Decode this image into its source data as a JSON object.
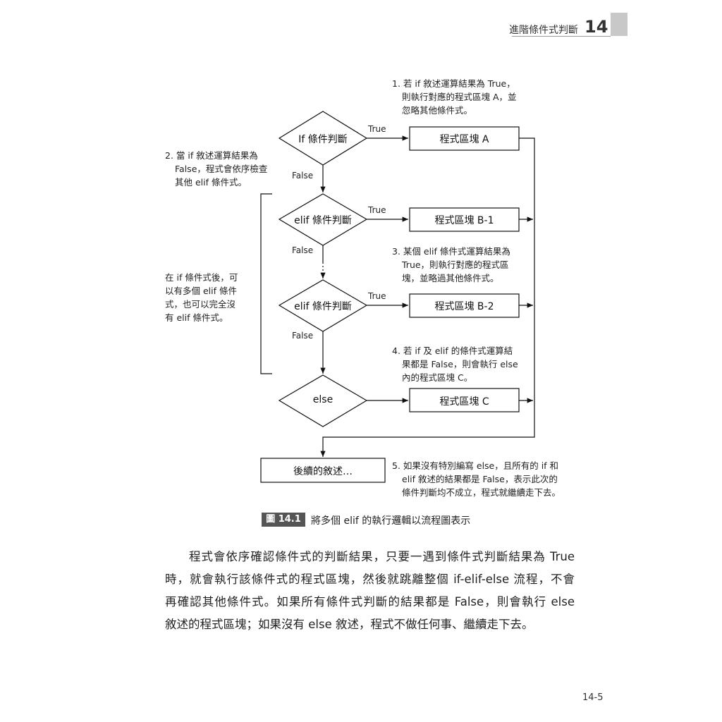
{
  "header": {
    "chapter_title": "進階條件式判斷",
    "chapter_number": "14"
  },
  "flowchart": {
    "nodes": {
      "if_decision": "If 條件判斷",
      "elif1_decision": "elif 條件判斷",
      "elif2_decision": "elif 條件判斷",
      "else_decision": "else",
      "block_a": "程式區塊 A",
      "block_b1": "程式區塊 B-1",
      "block_b2": "程式區塊 B-2",
      "block_c": "程式區塊 C",
      "following": "後續的敘述…"
    },
    "edges": {
      "true": "True",
      "false": "False"
    },
    "notes": {
      "n1": [
        "1. 若 if 敘述運算結果為 True，",
        "則執行對應的程式區塊 A，並",
        "忽略其他條件式。"
      ],
      "n2": [
        "2. 當 if 敘述運算結果為",
        "False，程式會依序檢查",
        "其他 elif 條件式。"
      ],
      "side": [
        "在 if 條件式後，可",
        "以有多個 elif 條件",
        "式，也可以完全沒",
        "有 elif 條件式。"
      ],
      "n3": [
        "3. 某個 elif 條件式運算結果為",
        "True，則執行對應的程式區",
        "塊，並略過其他條件式。"
      ],
      "n4": [
        "4. 若 if 及 elif 的條件式運算結",
        "果都是 False，則會執行 else",
        "內的程式區塊 C。"
      ],
      "n5": [
        "5. 如果沒有特別編寫 else，且所有的 if 和",
        "elif 敘述的結果都是 False，表示此次的",
        "條件判斷均不成立，程式就繼續走下去。"
      ]
    }
  },
  "caption": {
    "label": "圖 14.1",
    "text": "將多個 elif 的執行邏輯以流程圖表示"
  },
  "body": {
    "lines": [
      "程式會依序確認條件式的判斷結果，只要一遇到條件式判斷結果為 True",
      "時，就會執行該條件式的程式區塊，然後就跳離整個 if-elif-else 流程，不會",
      "再確認其他條件式。如果所有條件式判斷的結果都是 False，則會執行 else",
      "敘述的程式區塊；如果沒有 else 敘述，程式不做任何事、繼續走下去。"
    ]
  },
  "page_number": "14-5"
}
